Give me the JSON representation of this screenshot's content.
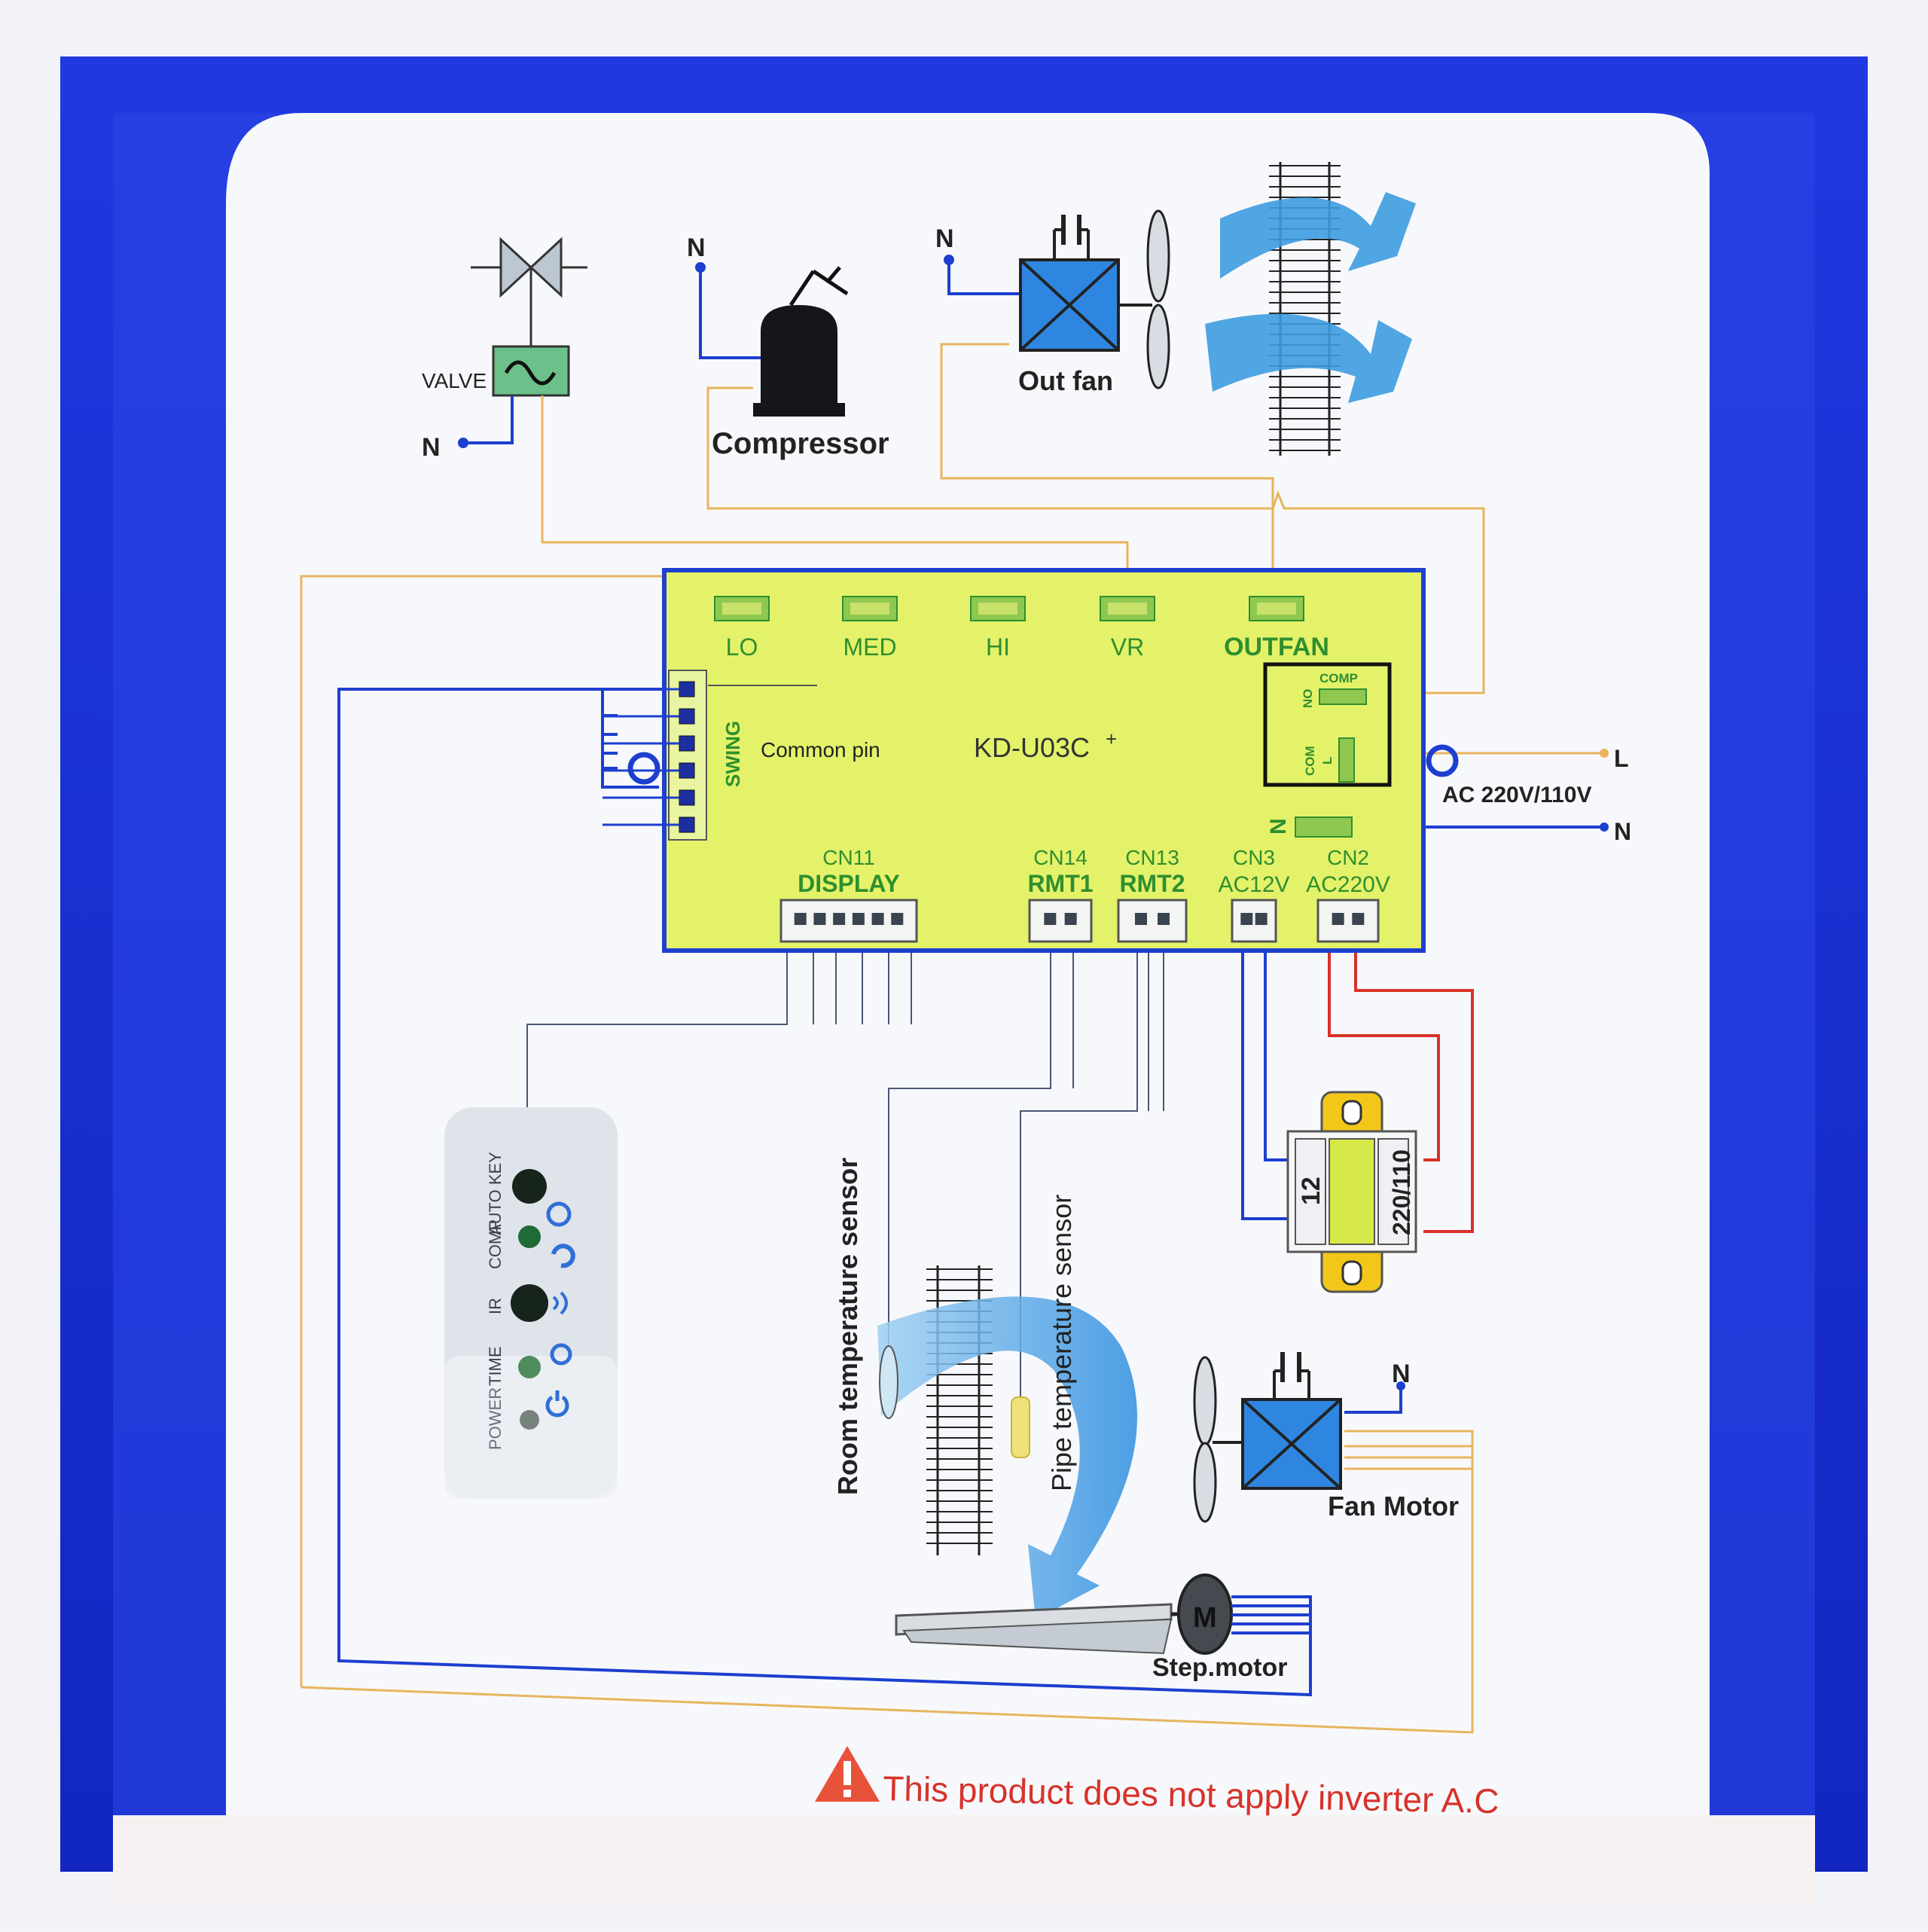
{
  "colors": {
    "board": "#e4f26a",
    "board_border": "#1f3fd0",
    "panel_blue": "#1930d8",
    "wire_yellow": "#e8b45c",
    "wire_blue": "#1d3fcf",
    "wire_red": "#d8322a",
    "label_green": "#2f8f2f",
    "flow_blue": "#3d9be0"
  },
  "top": {
    "valve_label": "VALVE",
    "valve_n": "N",
    "compressor_n": "N",
    "compressor_label": "Compressor",
    "outfan_n": "N",
    "outfan_label": "Out fan"
  },
  "board": {
    "model": "KD-U03C",
    "model_suffix": "+",
    "terminals": [
      "LO",
      "MED",
      "HI",
      "VR",
      "OUTFAN"
    ],
    "swing_label": "SWING",
    "common_pin": "Common pin",
    "relay_comp": "COMP",
    "relay_no": "NO",
    "relay_com": "COM",
    "relay_l": "L",
    "n_label": "N",
    "power_label": "AC 220V/110V",
    "l_label": "L",
    "n_out_label": "N",
    "connectors": [
      {
        "code": "CN11",
        "name": "DISPLAY"
      },
      {
        "code": "CN14",
        "name": "RMT1"
      },
      {
        "code": "CN13",
        "name": "RMT2"
      },
      {
        "code": "CN3",
        "name": "AC12V"
      },
      {
        "code": "CN2",
        "name": "AC220V"
      }
    ]
  },
  "display_panel": {
    "labels": [
      "AUTO KEY",
      "COMP",
      "IR",
      "TIME",
      "POWER"
    ]
  },
  "sensors": {
    "room": "Room temperature sensor",
    "pipe": "Pipe temperature sensor"
  },
  "transformer": {
    "low": "12",
    "high": "220/110"
  },
  "fan_motor": {
    "n": "N",
    "label": "Fan Motor"
  },
  "step_motor": {
    "m": "M",
    "label": "Step.motor"
  },
  "warning": {
    "text": "This product does not apply inverter A.C"
  }
}
